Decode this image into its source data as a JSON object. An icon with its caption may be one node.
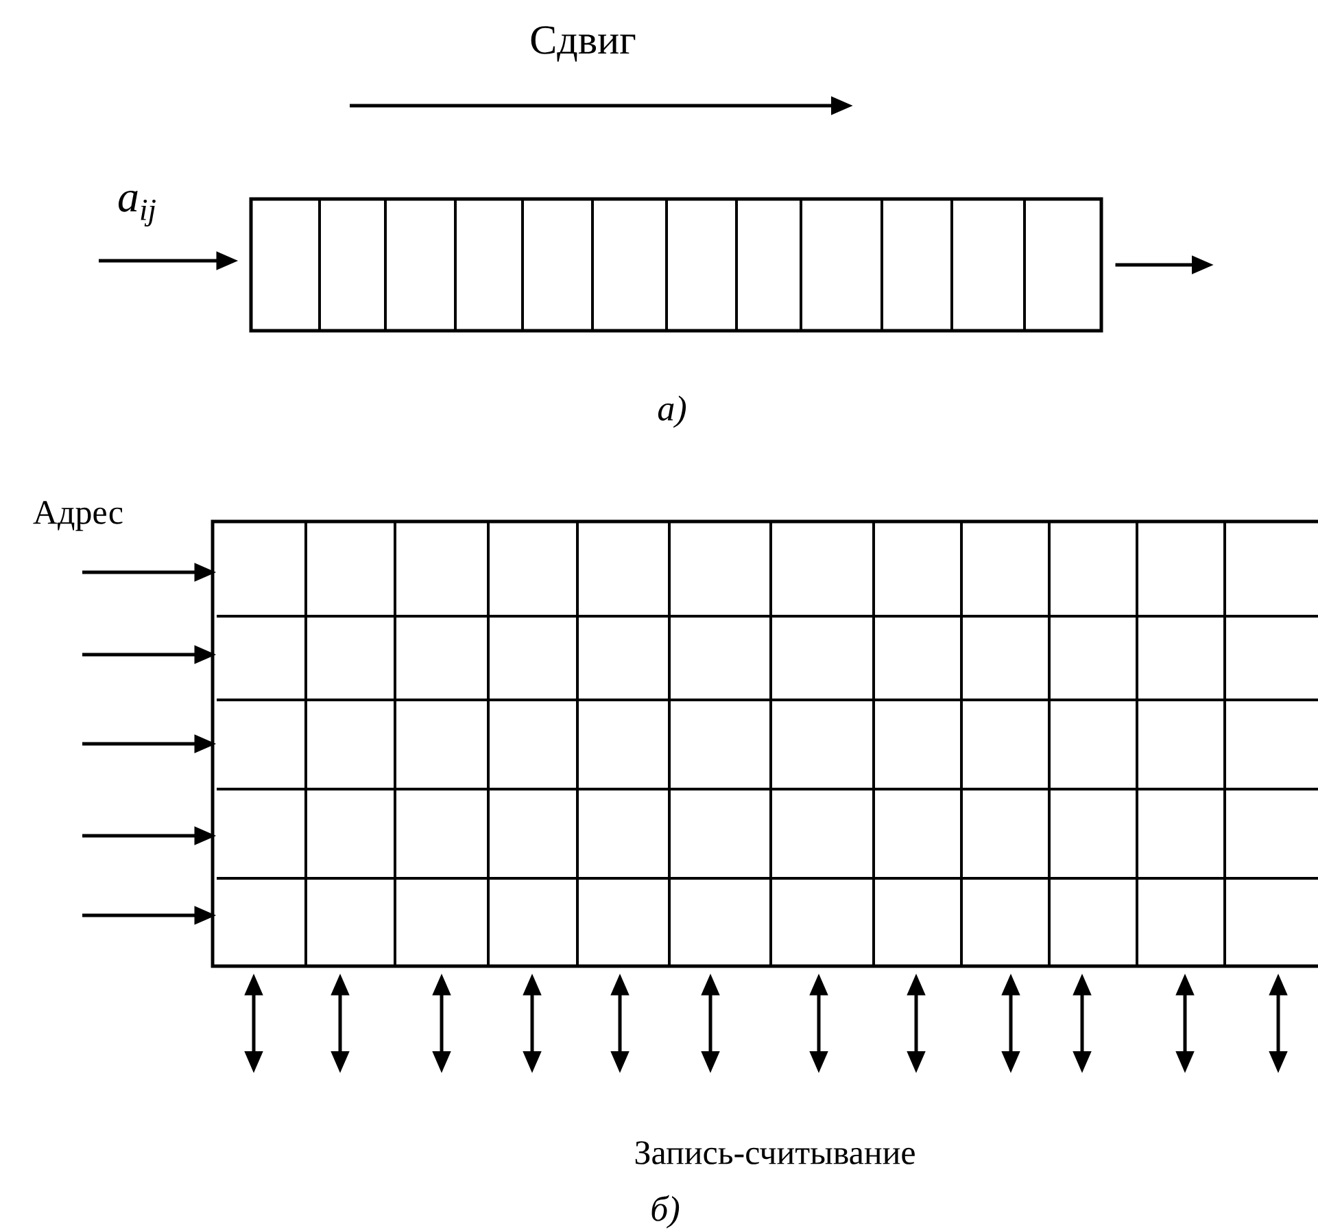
{
  "diagram": {
    "nodes": [
      {
        "text": [],
        "shape": "box"
      },
      {
        "text": [],
        "shape": "box"
      }
    ],
    "edges": [
      {
        "from": null,
        "to": 0,
        "arrow": "to"
      },
      {
        "from": 0,
        "to": null,
        "arrow": "to"
      },
      {
        "from": null,
        "to": 1,
        "arrow": "to"
      },
      {
        "from": null,
        "to": 1,
        "arrow": "to"
      },
      {
        "from": null,
        "to": 1,
        "arrow": "to"
      },
      {
        "from": null,
        "to": 1,
        "arrow": "to"
      },
      {
        "from": null,
        "to": 1,
        "arrow": "to"
      },
      {
        "from": 1,
        "to": null,
        "arrow": "both"
      },
      {
        "from": 1,
        "to": null,
        "arrow": "both"
      },
      {
        "from": 1,
        "to": null,
        "arrow": "both"
      },
      {
        "from": 1,
        "to": null,
        "arrow": "both"
      },
      {
        "from": 1,
        "to": null,
        "arrow": "both"
      },
      {
        "from": 1,
        "to": null,
        "arrow": "both"
      },
      {
        "from": 1,
        "to": null,
        "arrow": "both"
      },
      {
        "from": 1,
        "to": null,
        "arrow": "both"
      },
      {
        "from": 1,
        "to": null,
        "arrow": "both"
      },
      {
        "from": 1,
        "to": null,
        "arrow": "both"
      },
      {
        "from": 1,
        "to": null,
        "arrow": "both"
      },
      {
        "from": 1,
        "to": null,
        "arrow": "both"
      }
    ],
    "labels": [
      "Сдвиг",
      "a$_{ij}$",
      "а)",
      "Адрес",
      "Запись-считывание",
      "б)"
    ]
  }
}
